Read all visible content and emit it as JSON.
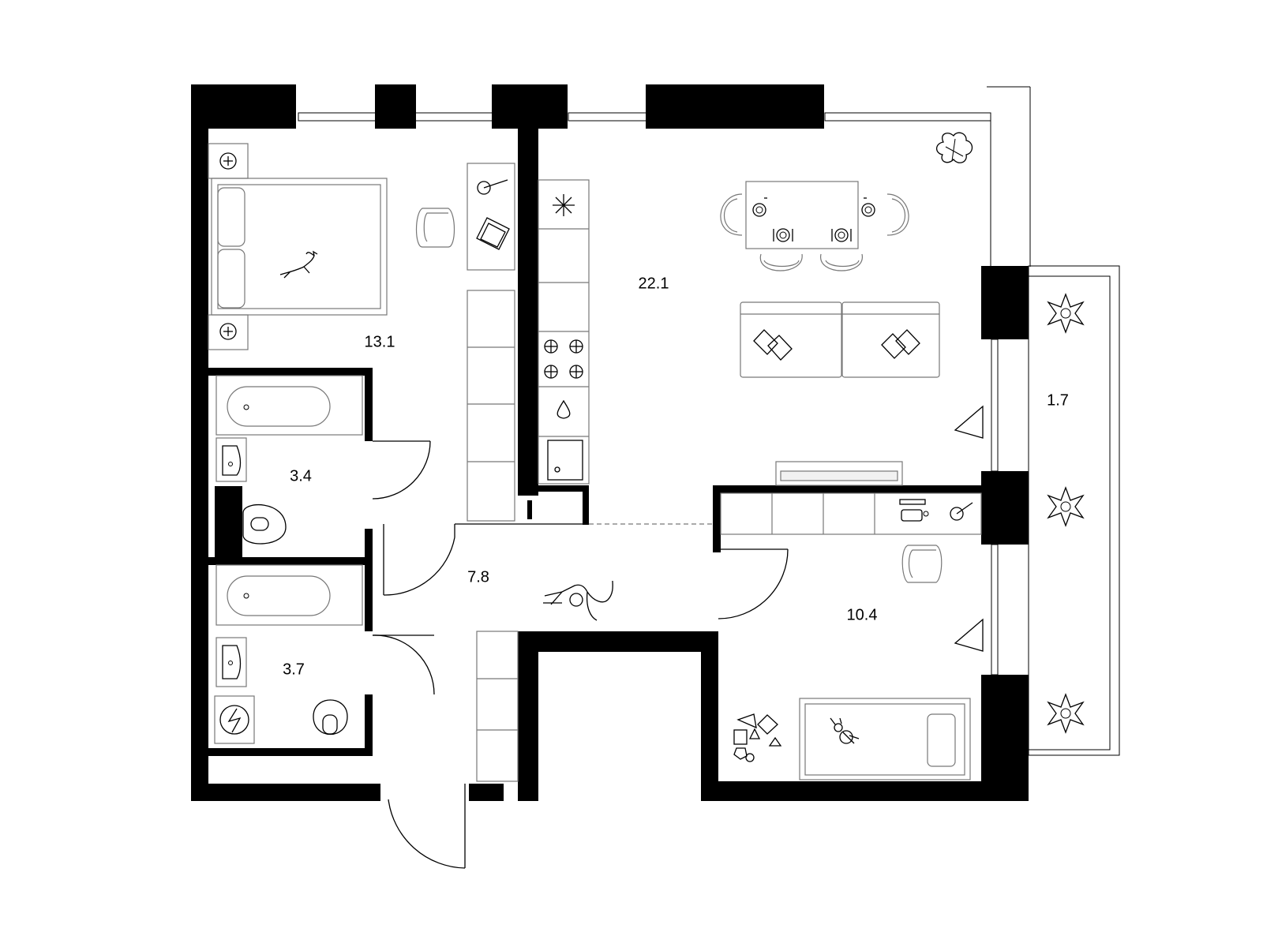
{
  "rooms": {
    "bedroom": {
      "area": "13.1"
    },
    "living_kitchen": {
      "area": "22.1"
    },
    "balcony": {
      "area": "1.7"
    },
    "bathroom_1": {
      "area": "3.4"
    },
    "hallway": {
      "area": "7.8"
    },
    "bathroom_2": {
      "area": "3.7"
    },
    "kids_room": {
      "area": "10.4"
    }
  },
  "colors": {
    "wall": "#000000",
    "line": "#000000",
    "furniture": "#777777",
    "background": "#ffffff"
  }
}
